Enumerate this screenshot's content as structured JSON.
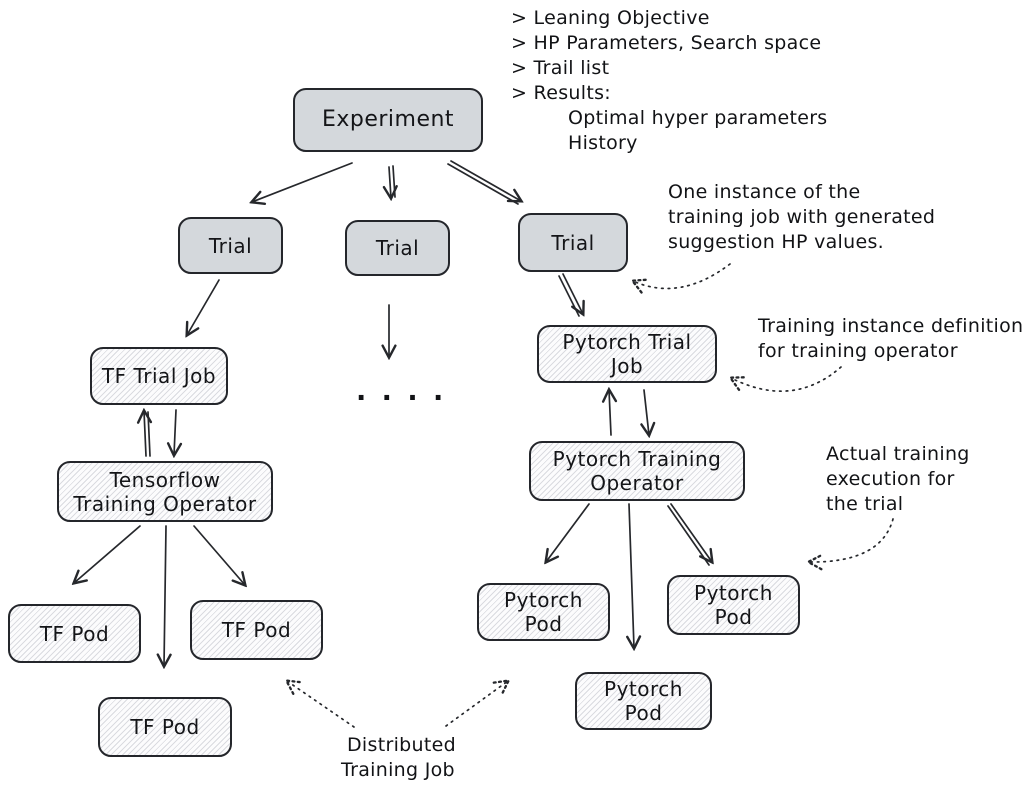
{
  "diagram": {
    "nodes": {
      "experiment": {
        "label": "Experiment"
      },
      "trial_left": {
        "label": "Trial"
      },
      "trial_mid": {
        "label": "Trial"
      },
      "trial_right": {
        "label": "Trial"
      },
      "tf_trial_job": {
        "label": "TF Trial Job"
      },
      "tf_operator": {
        "label": "Tensorflow Training Operator"
      },
      "tf_pod_left": {
        "label": "TF Pod"
      },
      "tf_pod_right": {
        "label": "TF Pod"
      },
      "tf_pod_bottom": {
        "label": "TF Pod"
      },
      "pytorch_trial_job": {
        "label": "Pytorch Trial Job"
      },
      "pytorch_operator": {
        "label": "Pytorch Training Operator"
      },
      "pytorch_pod_left": {
        "label": "Pytorch Pod"
      },
      "pytorch_pod_right": {
        "label": "Pytorch Pod"
      },
      "pytorch_pod_bottom": {
        "label": "Pytorch Pod"
      }
    },
    "notes": {
      "experiment_properties": {
        "lines": [
          "> Leaning Objective",
          "> HP Parameters, Search space",
          "> Trail list",
          "> Results:",
          "Optimal hyper parameters",
          "History"
        ]
      },
      "one_instance": {
        "lines": [
          "One instance of the",
          "training job with generated",
          "suggestion HP values."
        ]
      },
      "training_instance": {
        "lines": [
          "Training instance definition",
          "for training operator"
        ]
      },
      "actual_training": {
        "lines": [
          "Actual training",
          "execution for",
          "the trial"
        ]
      },
      "distributed": {
        "lines": [
          "Distributed",
          "Training Job"
        ]
      }
    },
    "ellipsis": ". . . .",
    "colors": {
      "solid_node_fill": "#d4d8dc",
      "node_border": "#24262b",
      "hatch_line": "#dadbe0",
      "ink": "#15171a",
      "background": "#ffffff"
    }
  }
}
